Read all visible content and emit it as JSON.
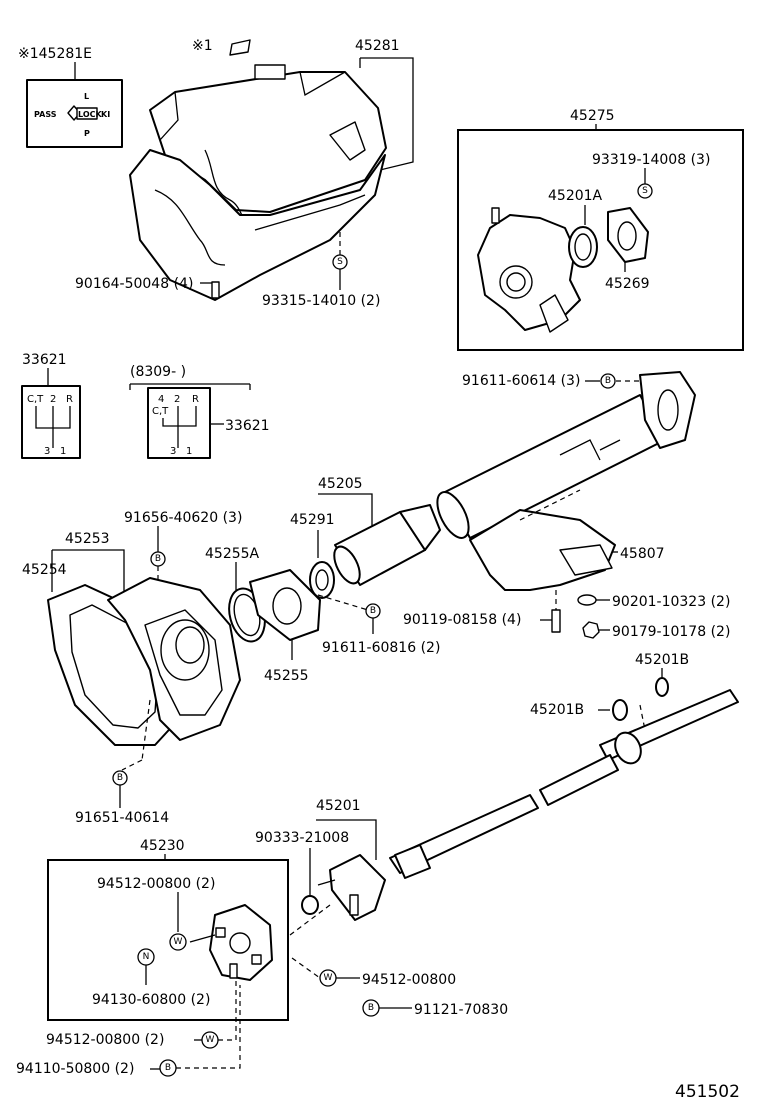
{
  "diagram_number": "451502",
  "labels": {
    "l_145281e": "※145281E",
    "l_note1": "※1",
    "l_45281": "45281",
    "l_45275": "45275",
    "l_93319": "93319-14008 (3)",
    "l_45201a": "45201A",
    "l_45269": "45269",
    "l_90164": "90164-50048 (4)",
    "l_93315": "93315-14010 (2)",
    "l_33621_left": "33621",
    "l_8309": "(8309-        )",
    "l_33621_right": "33621",
    "l_91611_3": "91611-60614 (3)",
    "l_45205": "45205",
    "l_45291": "45291",
    "l_91656": "91656-40620 (3)",
    "l_45253": "45253",
    "l_45254": "45254",
    "l_45255a": "45255A",
    "l_45807": "45807",
    "l_90119": "90119-08158 (4)",
    "l_90201": "90201-10323 (2)",
    "l_91611_2": "91611-60816 (2)",
    "l_90179": "90179-10178 (2)",
    "l_45255": "45255",
    "l_45201b_r": "45201B",
    "l_45201b_l": "45201B",
    "l_91651": "91651-40614",
    "l_45201": "45201",
    "l_90333": "90333-21008",
    "l_45230": "45230",
    "l_94512_2a": "94512-00800 (2)",
    "l_94130": "94130-60800 (2)",
    "l_94512_1": "94512-00800",
    "l_91121": "91121-70830",
    "l_94512_2b": "94512-00800 (2)",
    "l_94110": "94110-50800 (2)"
  },
  "badge_text": {
    "lock_pass": "PASS",
    "lock_center": "LOCK",
    "lock_top": "L",
    "lock_bottom": "P",
    "lock_right": "KI",
    "shift_left_ct": "C,T",
    "shift_left_2": "2",
    "shift_left_r": "R",
    "shift_left_3": "3",
    "shift_left_1": "1",
    "shift_right_4": "4",
    "shift_right_2": "2",
    "shift_right_r": "R",
    "shift_right_ct": "C,T",
    "shift_right_3": "3",
    "shift_right_1": "1"
  },
  "symbols": {
    "s": "S",
    "b": "B",
    "w": "W",
    "n": "N"
  }
}
